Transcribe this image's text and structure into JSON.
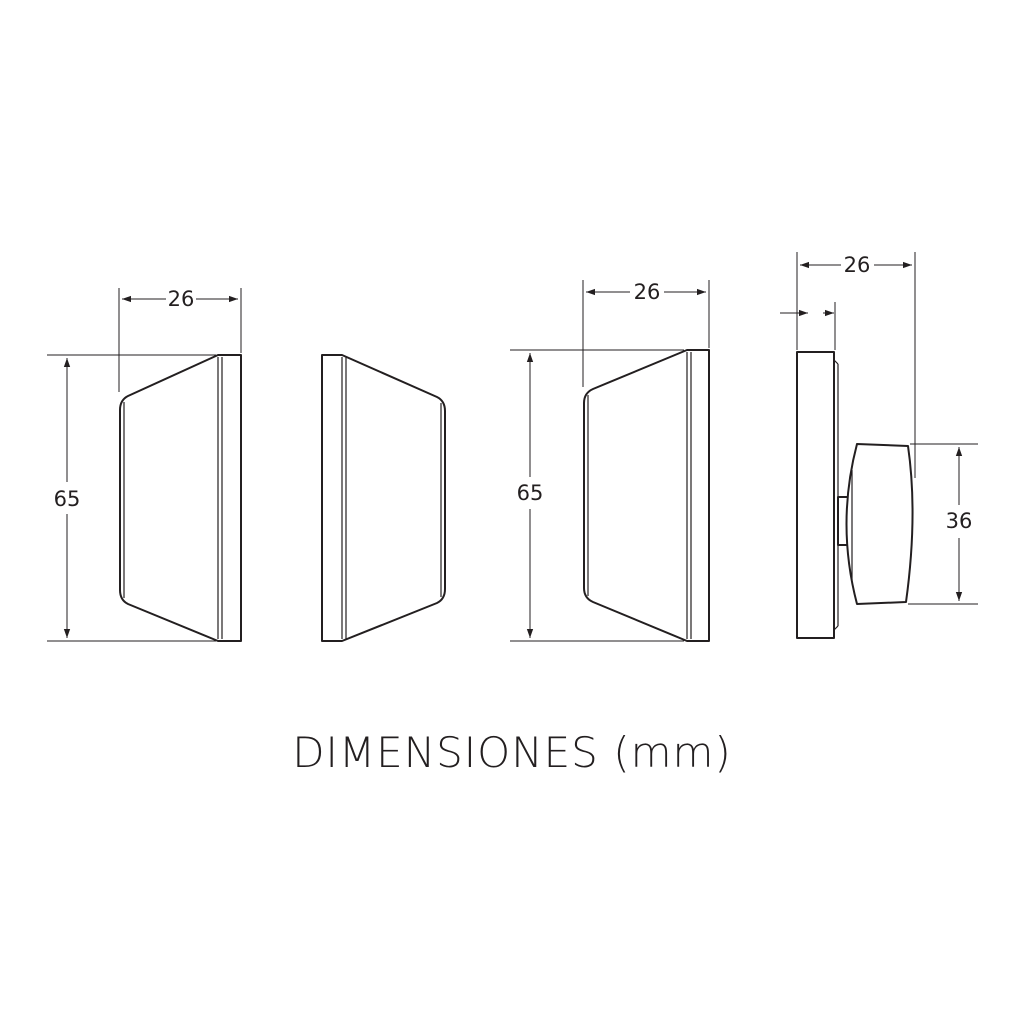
{
  "caption": "DIMENSIONES (mm)",
  "dimensions": {
    "view1": {
      "width": "26",
      "height": "65"
    },
    "view3": {
      "width": "26",
      "height": "65"
    },
    "view4": {
      "width": "26",
      "handle": "36"
    }
  }
}
